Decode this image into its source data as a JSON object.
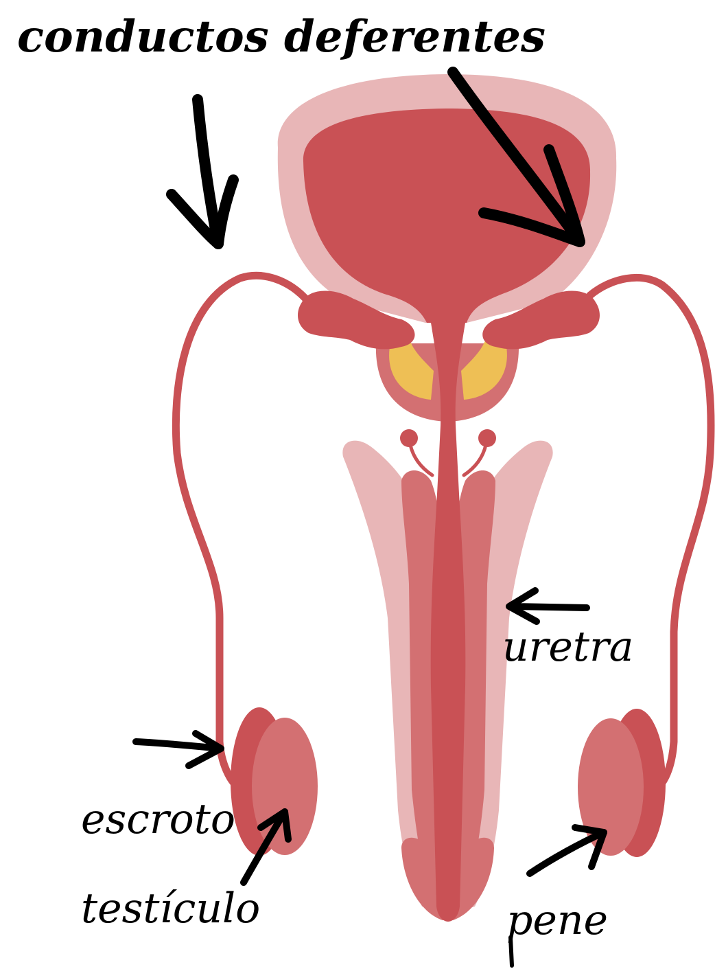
{
  "labels": {
    "top": "conductos deferentes",
    "uretra": "uretra",
    "escroto": "escroto",
    "testiculo": "testículo",
    "pene": "pene"
  },
  "colors": {
    "organ_dark": "#c95155",
    "organ_mid": "#d37072",
    "organ_light": "#e8b6b7",
    "gland_yellow": "#eebf55",
    "ink": "#000000",
    "background": "#ffffff"
  }
}
